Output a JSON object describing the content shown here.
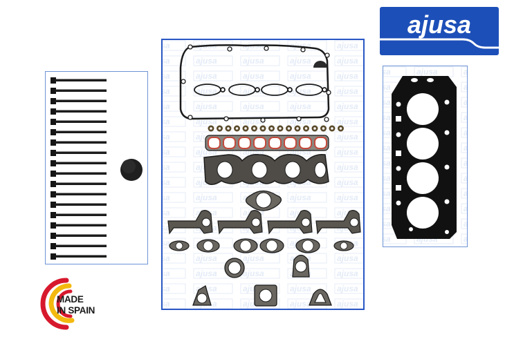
{
  "brand": {
    "name": "ajusa",
    "logo_bg": "#1d4fb8",
    "logo_fg": "#ffffff"
  },
  "badge": {
    "line1": "MADE",
    "line2": "IN SPAIN",
    "colors": {
      "red": "#d7192d",
      "yellow": "#f3b90f"
    }
  },
  "panels": {
    "bolts": {
      "label": "cylinder-head-bolts",
      "bolt_count": 18,
      "has_cap": true
    },
    "main": {
      "label": "gasket-set",
      "watermark": "ajusa",
      "valve_stem_seal_count": 16
    },
    "head_gasket": {
      "label": "cylinder-head-gasket",
      "bore_count": 4
    }
  },
  "colors": {
    "border_main": "#2957c4",
    "border_side": "#6d93d6",
    "gasket_dark": "#1b1b1b",
    "gasket_grey": "#6a6660",
    "gasket_red": "#c24a3c",
    "watermark": "#e4ebf7"
  }
}
